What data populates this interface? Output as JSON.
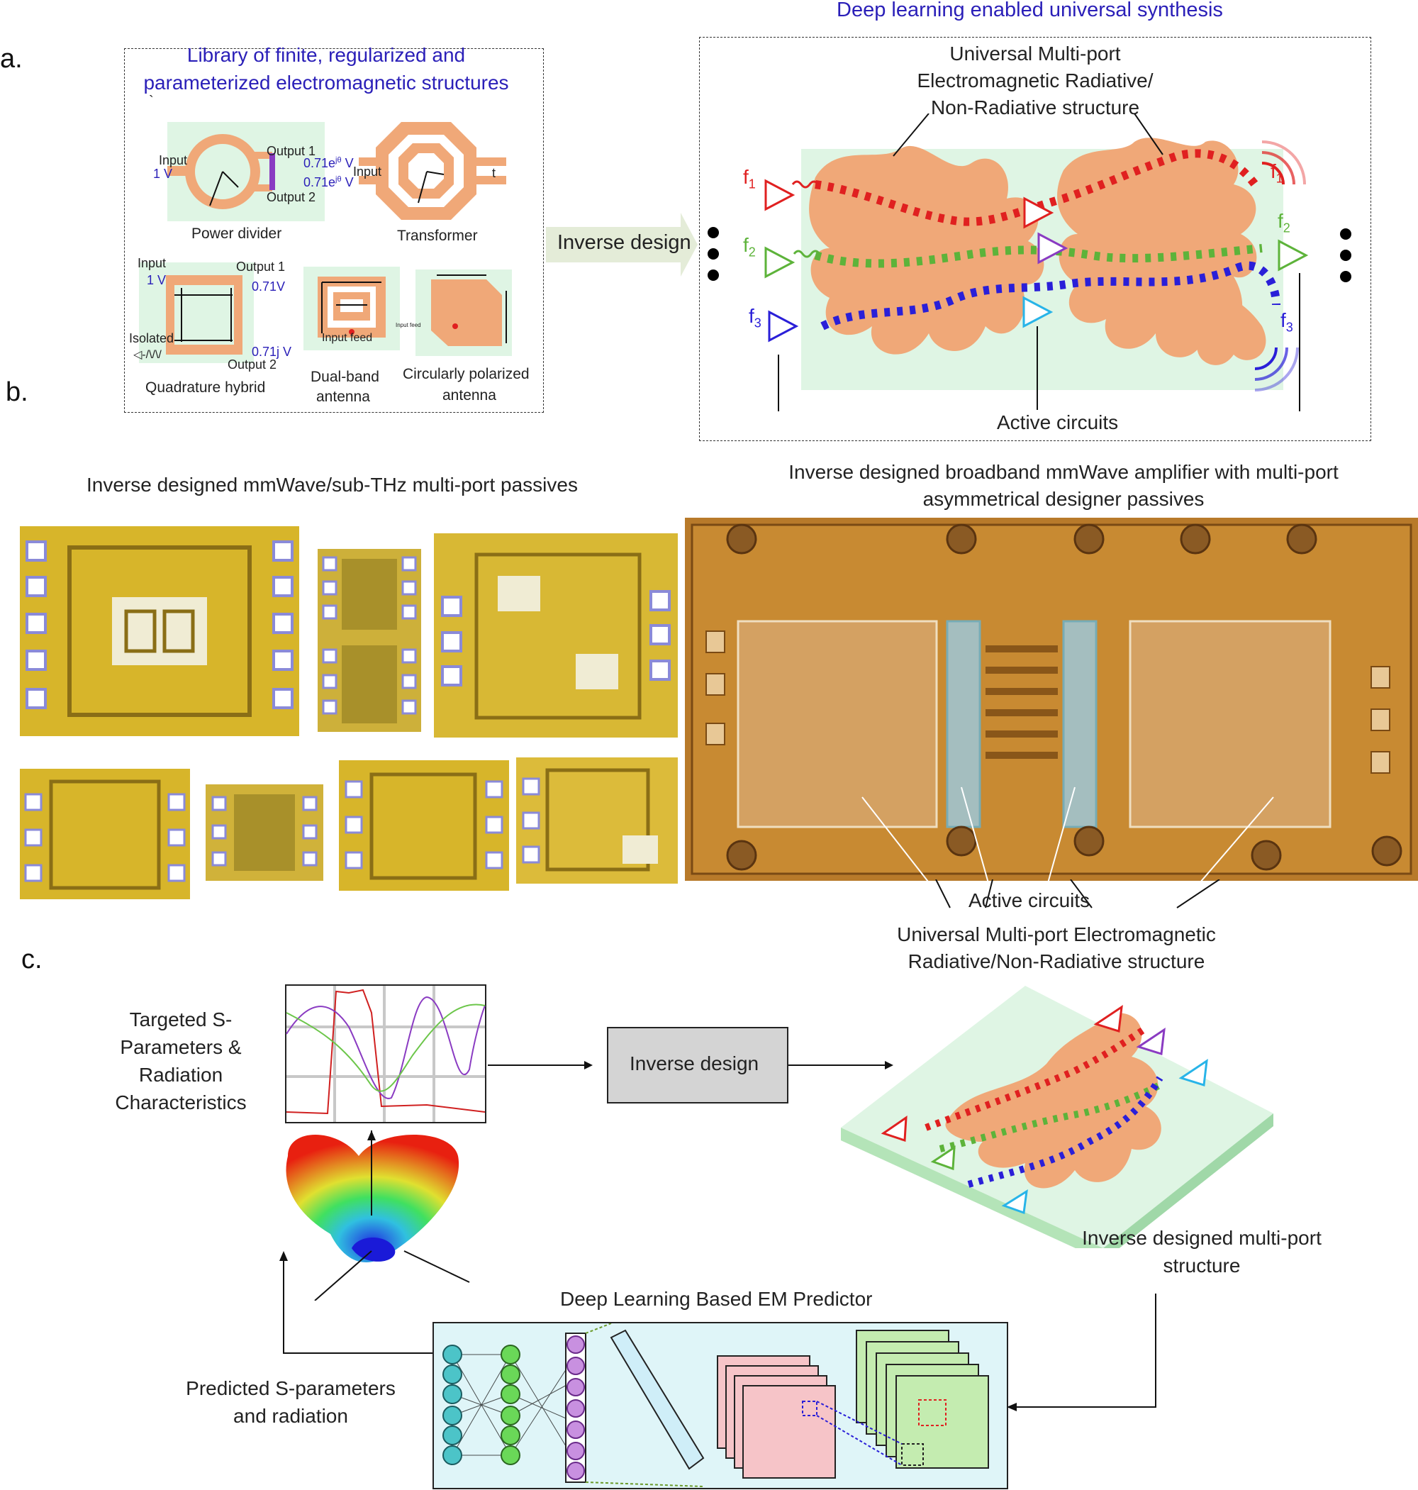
{
  "panel_a": {
    "letter": "a.",
    "library_title_1": "Library of finite, regularized and",
    "library_title_2": "parameterized electromagnetic structures",
    "tick": "`",
    "power_divider": {
      "caption": "Power divider",
      "input": "Input",
      "input_v": "1 V",
      "out1": "Output 1",
      "out1_v": "0.71e",
      "out2": "Output 2",
      "out2_v": "0.71e",
      "sup": "jθ",
      "v": " V"
    },
    "transformer": {
      "caption": "Transformer",
      "input": "Input",
      "t": "t"
    },
    "quad_hybrid": {
      "caption": "Quadrature hybrid",
      "input": "Input",
      "input_v": "1 V",
      "out1": "Output 1",
      "out1_v": "0.71V",
      "isolated": "Isolated",
      "out2": "Output 2",
      "out2_v": "0.71j V"
    },
    "dual_band": {
      "caption_1": "Dual-band",
      "caption_2": "antenna",
      "feed": "Input feed"
    },
    "circ_pol": {
      "caption_1": "Circularly polarized",
      "caption_2": "antenna",
      "feed": "Input feed"
    },
    "arrow_label": "Inverse design",
    "synthesis_title": "Deep learning enabled universal synthesis",
    "structure_label_1": "Universal Multi-port",
    "structure_label_2": "Electromagnetic Radiative/",
    "structure_label_3": "Non-Radiative structure",
    "active_circuits": "Active circuits",
    "f1": "f",
    "f1_sub": "1",
    "f2": "f",
    "f2_sub": "2",
    "f3": "f",
    "f3_sub": "3"
  },
  "panel_b": {
    "letter": "b.",
    "passives_title": "Inverse designed mmWave/sub-THz multi-port passives",
    "amp_title_1": "Inverse designed broadband mmWave amplifier with multi-port",
    "amp_title_2": "asymmetrical designer passives",
    "active_circuits": "Active circuits",
    "structure_1": "Universal Multi-port Electromagnetic",
    "structure_2": "Radiative/Non-Radiative structure"
  },
  "panel_c": {
    "letter": "c.",
    "targeted_1": "Targeted S-",
    "targeted_2": "Parameters &",
    "targeted_3": "Radiation",
    "targeted_4": "Characteristics",
    "inverse_design": "Inverse design",
    "inverse_structure_1": "Inverse designed multi-port",
    "inverse_structure_2": "structure",
    "predictor_title": "Deep Learning Based EM Predictor",
    "predicted_1": "Predicted S-parameters",
    "predicted_2": "and radiation",
    "ellipsis": "..."
  },
  "colors": {
    "copper": "#f0a878",
    "mint": "#dff5e4",
    "red_path": "#e02020",
    "green_path": "#5db33a",
    "blue_path": "#2a1fd8",
    "blue_title": "#2a1fb8",
    "gold": "#d7b52a",
    "chip_brown": "#b87a2a"
  }
}
